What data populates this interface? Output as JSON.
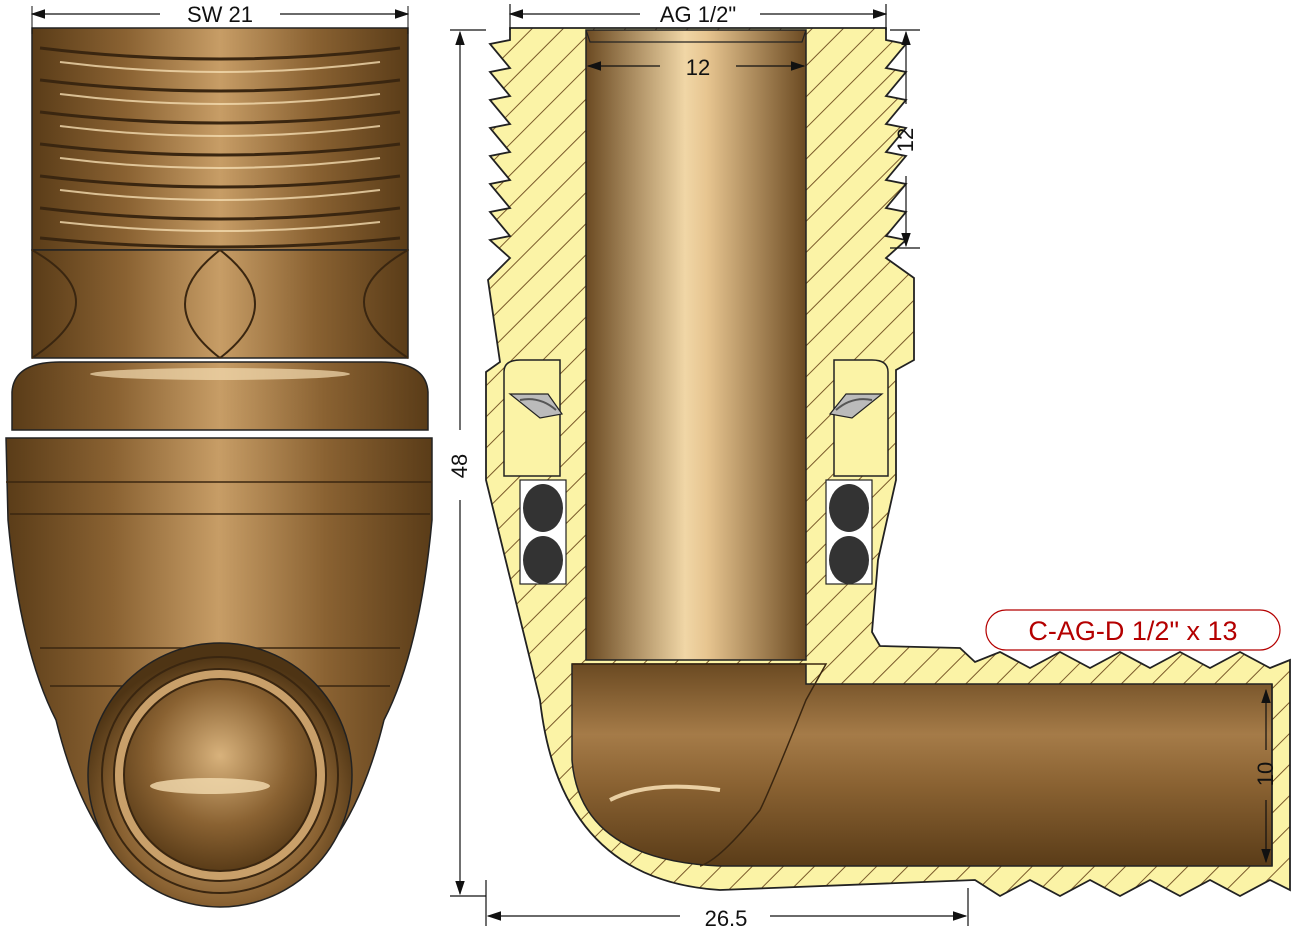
{
  "dimensions": {
    "hex_width": "SW 21",
    "thread": "AG 1/2\"",
    "inner_bore": "12",
    "thread_length": "12",
    "total_height": "48",
    "total_width": "26.5",
    "outlet_bore": "10"
  },
  "part_label": "C-AG-D 1/2\" x 13",
  "colors": {
    "bronze_dark": "#6b4a22",
    "bronze_mid": "#9a7244",
    "bronze_light": "#e6c89a",
    "section_fill": "#fbf3a6",
    "hatch": "#7a5a2a",
    "seal": "#333333",
    "label": "#b40000"
  }
}
